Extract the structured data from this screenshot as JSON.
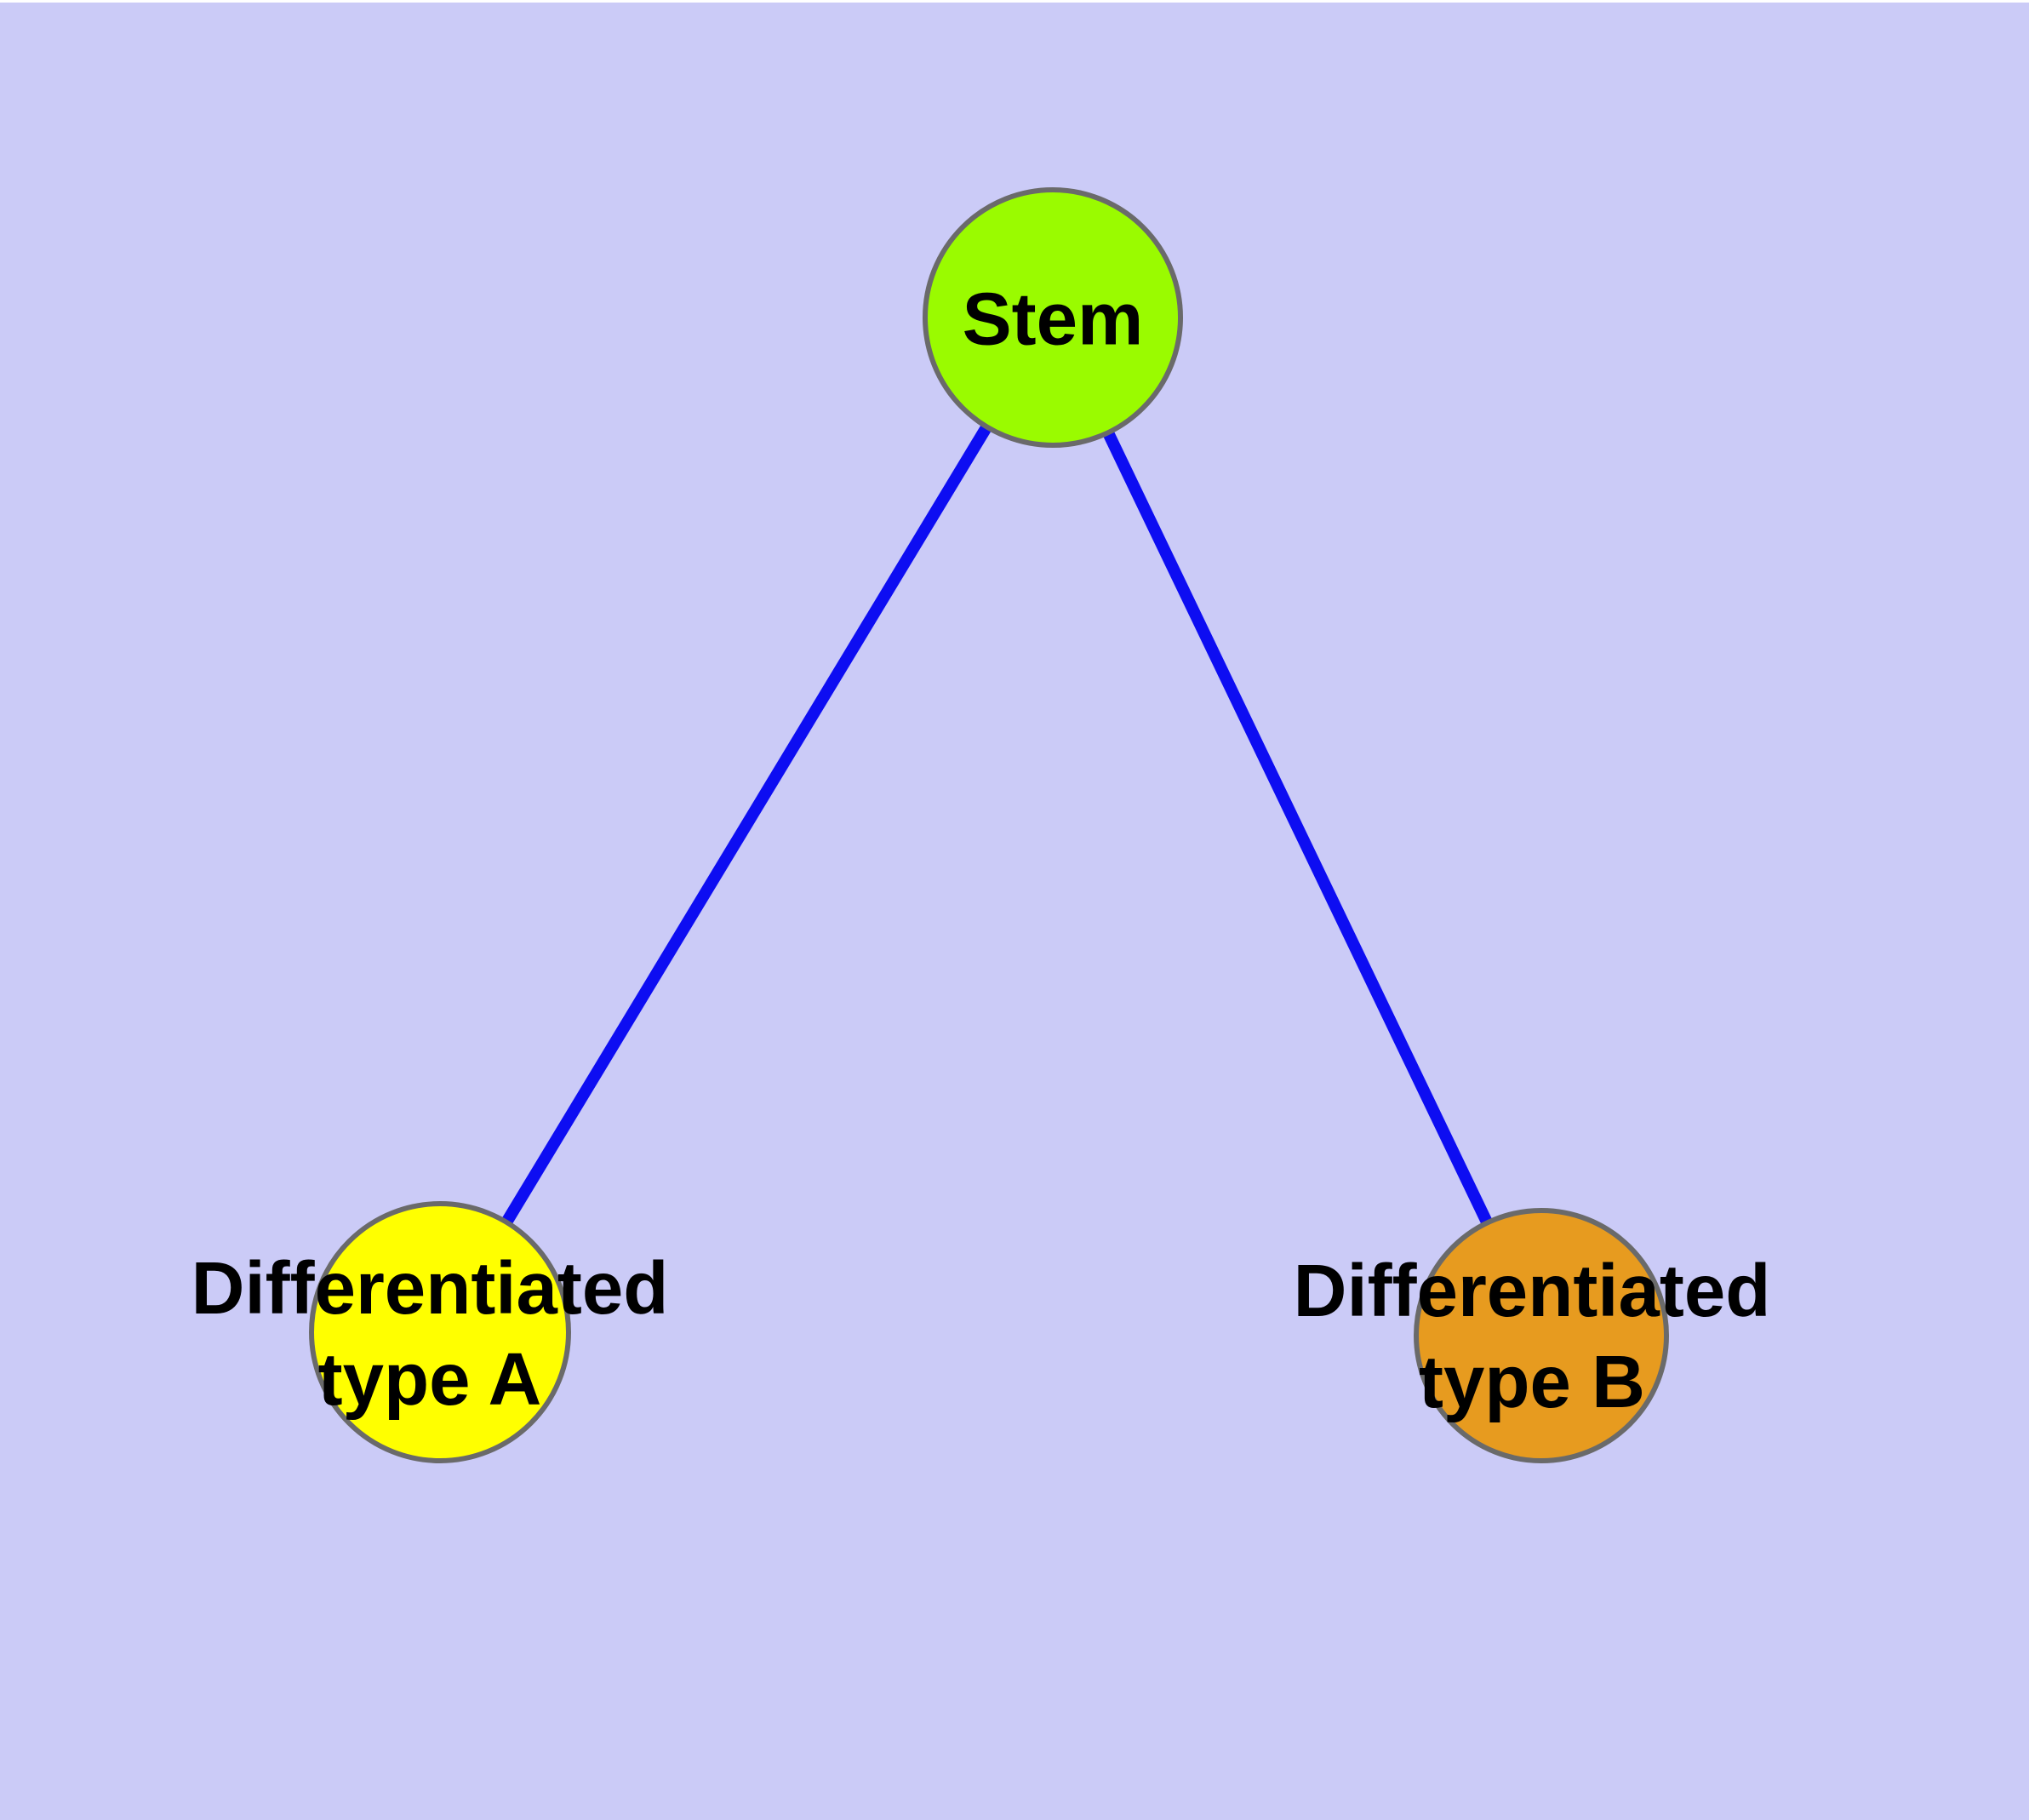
{
  "diagram": {
    "background_color": "#cbcbf7",
    "edge_color": "#0d0df2",
    "node_border_color": "#6a6a6a",
    "nodes": {
      "stem": {
        "label": "Stem",
        "fill_color": "#9afb00"
      },
      "type_a": {
        "label": "Differentiated\ntype A",
        "fill_color": "#ffff00"
      },
      "type_b": {
        "label": "Differentiated\ntype B",
        "fill_color": "#e79b1f"
      }
    },
    "edges": [
      {
        "from": "Stem",
        "to": "Differentiated type A"
      },
      {
        "from": "Stem",
        "to": "Differentiated type B"
      }
    ]
  }
}
